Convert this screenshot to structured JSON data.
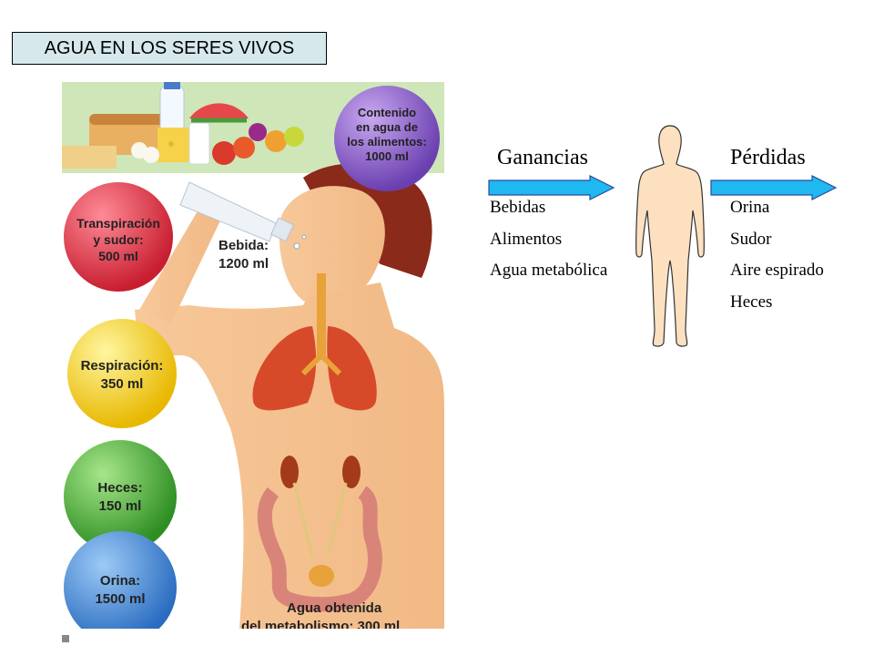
{
  "title": "AGUA EN LOS SERES VIVOS",
  "illustration": {
    "balls": [
      {
        "lines": [
          "Contenido",
          "en agua de",
          "los alimentos:",
          "1000 ml"
        ],
        "color": "#8a5fc8"
      },
      {
        "lines": [
          "Transpiración",
          "y sudor:",
          "500 ml"
        ],
        "color": "#e23a4a"
      },
      {
        "lines": [
          "Respiración:",
          "350 ml"
        ],
        "color": "#f2d21a"
      },
      {
        "lines": [
          "Heces:",
          "150 ml"
        ],
        "color": "#4bb33a"
      },
      {
        "lines": [
          "Orina:",
          "1500 ml"
        ],
        "color": "#3a86d6"
      }
    ],
    "bebida": [
      "Bebida:",
      "1200 ml"
    ],
    "metabolismo": [
      "Agua obtenida",
      "del metabolismo: 300 ml"
    ]
  },
  "gains": {
    "heading": "Ganancias",
    "items": [
      "Bebidas",
      "Alimentos",
      "Agua metabólica"
    ]
  },
  "losses": {
    "heading": "Pérdidas",
    "items": [
      "Orina",
      "Sudor",
      "Aire espirado",
      "Heces"
    ]
  },
  "colors": {
    "arrow": "#1fb8f0",
    "title_bg": "#d6e8ec",
    "body_skin": "#fde0c0"
  }
}
